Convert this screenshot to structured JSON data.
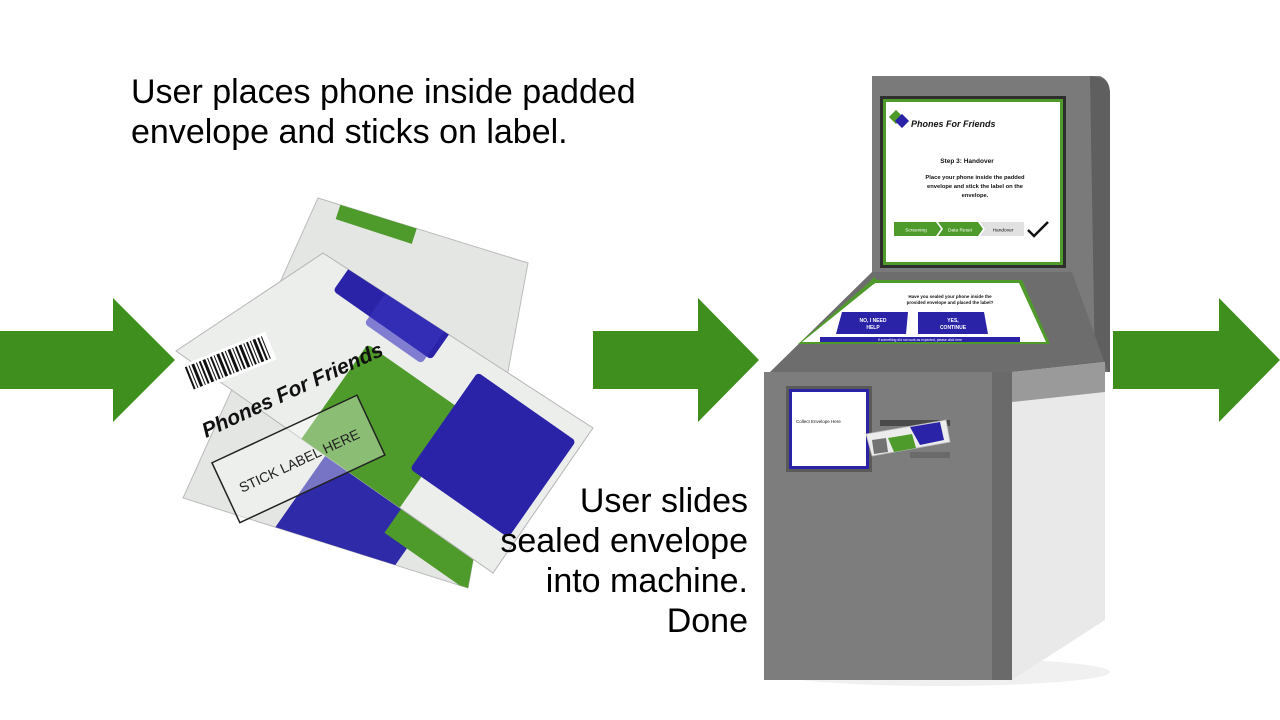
{
  "captions": {
    "step_one": "User places phone inside padded envelope and sticks on label.",
    "step_two_lines": [
      "User slides",
      "sealed envelope",
      "into machine.",
      "Done"
    ]
  },
  "envelope": {
    "brand": "Phones For Friends",
    "label_text": "STICK LABEL HERE"
  },
  "kiosk_screen": {
    "brand": "Phones For Friends",
    "step_title": "Step 3: Handover",
    "instruction_lines": [
      "Place your phone inside the padded",
      "envelope and stick the label on the",
      "envelope."
    ],
    "progress_steps": [
      "Screening",
      "Data Reset",
      "Handover"
    ]
  },
  "kiosk_console": {
    "question_lines": [
      "Have you sealed your phone inside the",
      "provided envelope and placed the label?"
    ],
    "no_button_lines": [
      "NO, I NEED",
      "HELP"
    ],
    "yes_button_lines": [
      "YES,",
      "CONTINUE"
    ],
    "footer_note": "If something did not work as expected, please click here"
  },
  "kiosk_slot": {
    "label": "Collect Envelope Here"
  },
  "colors": {
    "arrow_green": "#3f8f1f",
    "brand_green": "#4e9a2a",
    "brand_blue": "#2a23a8",
    "kiosk_grey": "#7d7d7d"
  }
}
